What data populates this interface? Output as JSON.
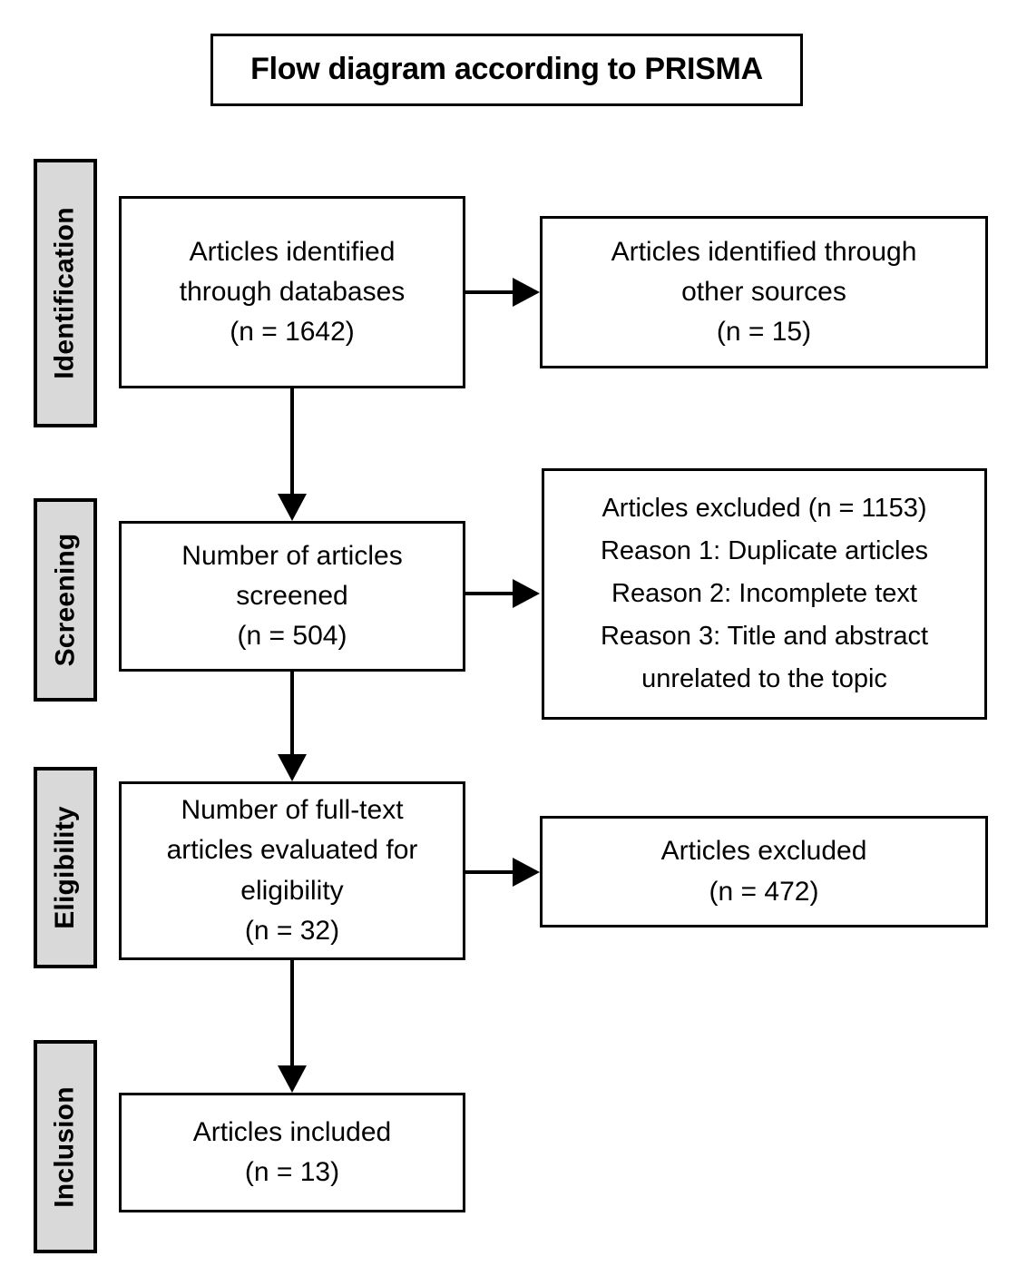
{
  "title": {
    "text": "Flow diagram according to PRISMA"
  },
  "stages": [
    {
      "id": "identification",
      "label": "Identification"
    },
    {
      "id": "screening",
      "label": "Screening"
    },
    {
      "id": "eligibility",
      "label": "Eligibility"
    },
    {
      "id": "inclusion",
      "label": "Inclusion"
    }
  ],
  "boxes": {
    "identified_db": {
      "lines": [
        "Articles identified",
        "through databases",
        "(n = 1642)"
      ],
      "count": 1642
    },
    "other_sources": {
      "lines": [
        "Articles identified through",
        "other sources",
        "(n = 15)"
      ],
      "count": 15
    },
    "screened": {
      "lines": [
        "Number of articles",
        "screened",
        "(n = 504)"
      ],
      "count": 504
    },
    "excluded_screening": {
      "lines": [
        "Articles excluded (n = 1153)",
        "Reason 1: Duplicate articles",
        "Reason 2: Incomplete text",
        "Reason 3: Title and abstract",
        "unrelated to the topic"
      ],
      "count": 1153
    },
    "fulltext": {
      "lines": [
        "Number of full-text",
        "articles evaluated for",
        "eligibility",
        "(n = 32)"
      ],
      "count": 32
    },
    "excluded_eligibility": {
      "lines": [
        "Articles excluded",
        "(n = 472)"
      ],
      "count": 472
    },
    "included": {
      "lines": [
        "Articles included",
        "(n = 13)"
      ],
      "count": 13
    }
  },
  "colors": {
    "stage_fill": "#d9d9d9",
    "box_fill": "#ffffff",
    "stroke": "#000000",
    "text": "#000000"
  }
}
